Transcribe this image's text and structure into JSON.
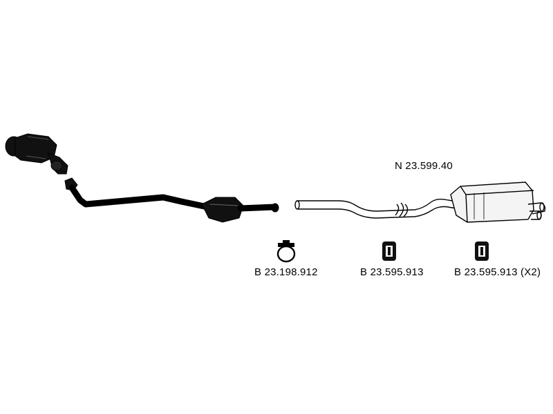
{
  "parts": {
    "rear_muffler": {
      "part_number": "N 23.599.40",
      "icon": "rear-muffler-pipe"
    },
    "clamp": {
      "part_number": "B 23.198.912",
      "icon": "pipe-clamp"
    },
    "hanger_1": {
      "part_number": "B 23.595.913",
      "icon": "rubber-hanger"
    },
    "hanger_2": {
      "part_number": "B 23.595.913 (X2)",
      "icon": "rubber-hanger"
    }
  },
  "colors": {
    "ink": "#000000",
    "background": "#ffffff"
  }
}
